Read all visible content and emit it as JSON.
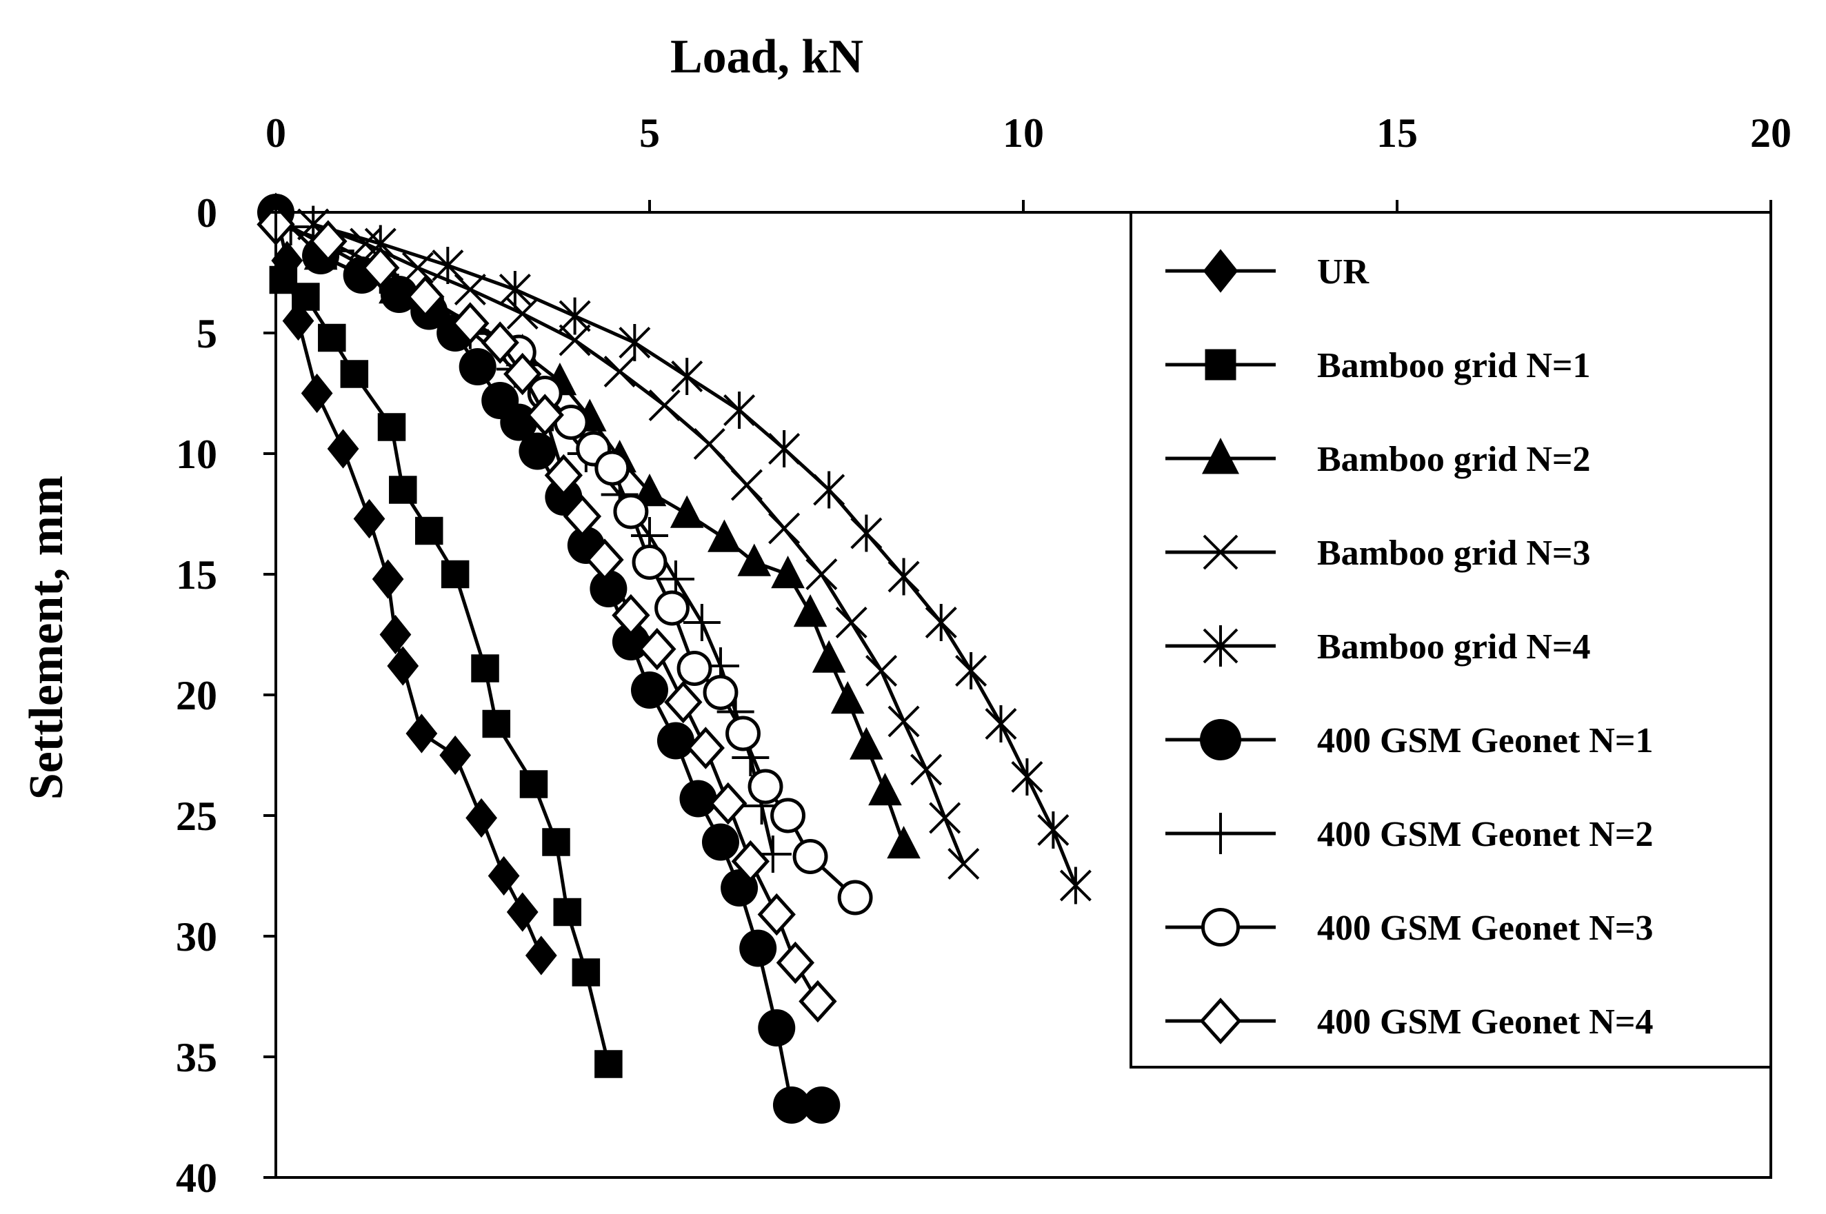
{
  "chart_data": {
    "type": "line",
    "title": "",
    "xlabel": "Load, kN",
    "ylabel": "Settlement, mm",
    "xlim": [
      0,
      20
    ],
    "ylim": [
      0,
      40
    ],
    "x_axis_position": "top",
    "y_axis_inverted": true,
    "xticks": [
      0,
      5,
      10,
      15,
      20
    ],
    "yticks": [
      0,
      5,
      10,
      15,
      20,
      25,
      30,
      35,
      40
    ],
    "grid": false,
    "legend_position": "top-right",
    "series": [
      {
        "name": "UR",
        "marker": "diamond-filled",
        "x": [
          0,
          0.15,
          0.3,
          0.55,
          0.9,
          1.25,
          1.5,
          1.6,
          1.7,
          1.95,
          2.4,
          2.75,
          3.05,
          3.3,
          3.55
        ],
        "y": [
          0,
          2.0,
          4.5,
          7.5,
          9.8,
          12.7,
          15.2,
          17.5,
          18.8,
          21.6,
          22.5,
          25.1,
          27.5,
          29.0,
          30.8
        ]
      },
      {
        "name": "Bamboo grid N=1",
        "marker": "square-filled",
        "x": [
          0.1,
          0.4,
          0.75,
          1.05,
          1.55,
          1.7,
          2.05,
          2.4,
          2.8,
          2.95,
          3.45,
          3.75,
          3.9,
          4.15,
          4.45
        ],
        "y": [
          2.8,
          3.5,
          5.2,
          6.7,
          8.9,
          11.5,
          13.2,
          15.0,
          18.9,
          21.2,
          23.7,
          26.1,
          29.0,
          31.5,
          35.3
        ]
      },
      {
        "name": "Bamboo grid N=2",
        "marker": "triangle-filled",
        "x": [
          0.6,
          1.6,
          2.6,
          3.3,
          3.8,
          4.2,
          4.6,
          5.0,
          5.5,
          6.0,
          6.4,
          6.85,
          7.15,
          7.4,
          7.65,
          7.9,
          8.15,
          8.4
        ],
        "y": [
          1.8,
          3.2,
          4.5,
          5.8,
          7.0,
          8.5,
          10.2,
          11.6,
          12.5,
          13.5,
          14.5,
          15.0,
          16.6,
          18.5,
          20.2,
          22.1,
          24.0,
          26.2
        ]
      },
      {
        "name": "Bamboo grid N=3",
        "marker": "x",
        "x": [
          0.5,
          1.2,
          1.9,
          2.6,
          3.3,
          4.0,
          4.6,
          5.2,
          5.8,
          6.3,
          6.8,
          7.3,
          7.7,
          8.1,
          8.4,
          8.7,
          8.95,
          9.2
        ],
        "y": [
          0.5,
          1.3,
          2.3,
          3.2,
          4.2,
          5.3,
          6.6,
          8.0,
          9.6,
          11.3,
          13.1,
          15.0,
          17.0,
          19.0,
          21.1,
          23.1,
          25.1,
          27.0
        ]
      },
      {
        "name": "Bamboo grid N=4",
        "marker": "asterisk",
        "x": [
          0.5,
          1.4,
          2.3,
          3.2,
          4.0,
          4.8,
          5.5,
          6.2,
          6.8,
          7.4,
          7.9,
          8.4,
          8.9,
          9.3,
          9.7,
          10.05,
          10.4,
          10.7
        ],
        "y": [
          0.5,
          1.3,
          2.2,
          3.2,
          4.3,
          5.4,
          6.8,
          8.2,
          9.8,
          11.5,
          13.3,
          15.1,
          17.0,
          19.0,
          21.2,
          23.4,
          25.6,
          27.9
        ]
      },
      {
        "name": "400 GSM Geonet N=1",
        "marker": "circle-filled",
        "x": [
          0,
          0.6,
          1.15,
          1.65,
          2.05,
          2.4,
          2.7,
          3.0,
          3.25,
          3.5,
          3.85,
          4.15,
          4.45,
          4.75,
          5.0,
          5.35,
          5.65,
          5.95,
          6.2,
          6.45,
          6.7,
          6.9,
          7.3
        ],
        "y": [
          0,
          1.8,
          2.6,
          3.4,
          4.1,
          5.0,
          6.4,
          7.8,
          8.7,
          9.9,
          11.8,
          13.8,
          15.6,
          17.8,
          19.8,
          21.9,
          24.3,
          26.1,
          28.0,
          30.5,
          33.8,
          37.0,
          37.0
        ]
      },
      {
        "name": "400 GSM Geonet N=2",
        "marker": "plus",
        "x": [
          0.2,
          0.8,
          1.4,
          2.0,
          2.6,
          3.2,
          3.7,
          4.15,
          4.6,
          5.0,
          5.35,
          5.7,
          5.95,
          6.15,
          6.35,
          6.5,
          6.65
        ],
        "y": [
          0.6,
          1.6,
          2.6,
          3.6,
          4.9,
          6.5,
          8.3,
          10.0,
          11.7,
          13.4,
          15.2,
          17.0,
          18.8,
          20.7,
          22.6,
          24.6,
          26.6
        ]
      },
      {
        "name": "400 GSM Geonet N=3",
        "marker": "circle-open",
        "x": [
          3.25,
          3.6,
          3.95,
          4.25,
          4.5,
          4.75,
          5.0,
          5.3,
          5.6,
          5.95,
          6.25,
          6.55,
          6.85,
          7.15,
          7.75
        ],
        "y": [
          5.8,
          7.5,
          8.7,
          9.8,
          10.6,
          12.4,
          14.5,
          16.4,
          18.9,
          19.9,
          21.6,
          23.8,
          25.0,
          26.7,
          28.4
        ]
      },
      {
        "name": "400 GSM Geonet N=4",
        "marker": "diamond-open",
        "x": [
          0,
          0.7,
          1.4,
          2.0,
          2.6,
          3.0,
          3.3,
          3.6,
          3.85,
          4.1,
          4.4,
          4.75,
          5.1,
          5.45,
          5.75,
          6.05,
          6.35,
          6.7,
          6.95,
          7.25
        ],
        "y": [
          0.5,
          1.2,
          2.3,
          3.5,
          4.6,
          5.4,
          6.7,
          8.4,
          10.9,
          12.6,
          14.4,
          16.7,
          18.1,
          20.3,
          22.2,
          24.5,
          26.9,
          29.1,
          31.1,
          32.7
        ]
      }
    ]
  }
}
